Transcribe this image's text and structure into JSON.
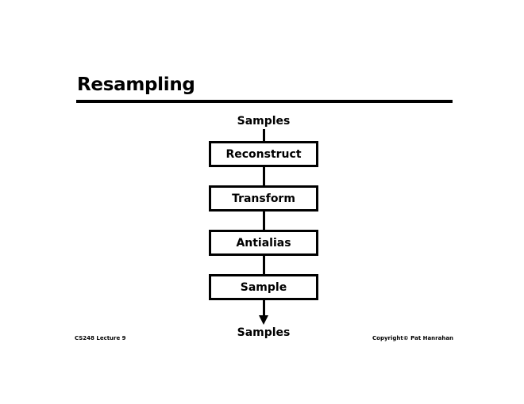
{
  "slide": {
    "title": "Resampling",
    "background_color": "#ffffff",
    "foreground_color": "#000000"
  },
  "diagram": {
    "input_label": "Samples",
    "output_label": "Samples",
    "stages": [
      {
        "label": "Reconstruct"
      },
      {
        "label": "Transform"
      },
      {
        "label": "Antialias"
      },
      {
        "label": "Sample"
      }
    ]
  },
  "footer": {
    "left": "CS248 Lecture 9",
    "right": "Copyright© Pat Hanrahan"
  }
}
